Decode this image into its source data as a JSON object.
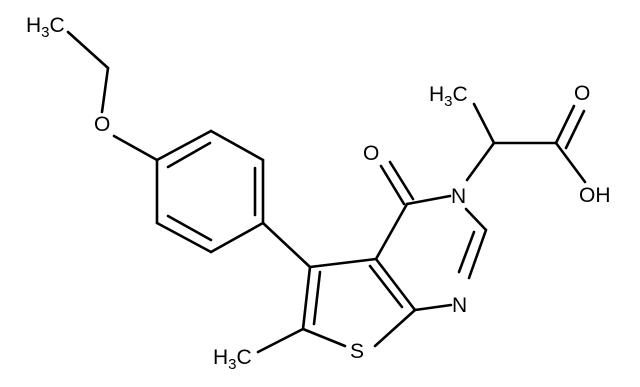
{
  "molecule": {
    "atoms": {
      "ethyl_ch3": {
        "main": "H",
        "sub": "3",
        "tail": "C"
      },
      "ether_o": "O",
      "carbonyl_o": "O",
      "ring_n3": "N",
      "ring_n1": "N",
      "thiophene_s": "S",
      "methyl_ch3": {
        "main": "H",
        "sub": "3",
        "tail": "C"
      },
      "side_ch3": {
        "main": "H",
        "sub": "3",
        "tail": "C"
      },
      "acid_o": "O",
      "acid_oh": "OH"
    },
    "bond_color": "#000000",
    "background": "#ffffff"
  }
}
